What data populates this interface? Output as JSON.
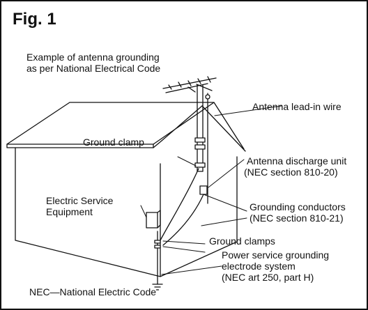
{
  "figure": {
    "title": "Fig. 1",
    "caption_line1": "Example of antenna grounding",
    "caption_line2": "as per National Electrical Code",
    "footnote": "NEC—National Electric Code"
  },
  "labels": {
    "antenna_lead_in": "Antenna lead-in wire",
    "ground_clamp": "Ground clamp",
    "discharge_unit_line1": "Antenna discharge unit",
    "discharge_unit_line2": "(NEC section 810-20)",
    "service_equipment_line1": "Electric Service",
    "service_equipment_line2": "Equipment",
    "grounding_conductors_line1": "Grounding conductors",
    "grounding_conductors_line2": "(NEC section 810-21)",
    "ground_clamps": "Ground clamps",
    "power_grounding_line1": "Power service grounding",
    "power_grounding_line2": "electrode system",
    "power_grounding_line3": "(NEC art 250, part H)"
  }
}
